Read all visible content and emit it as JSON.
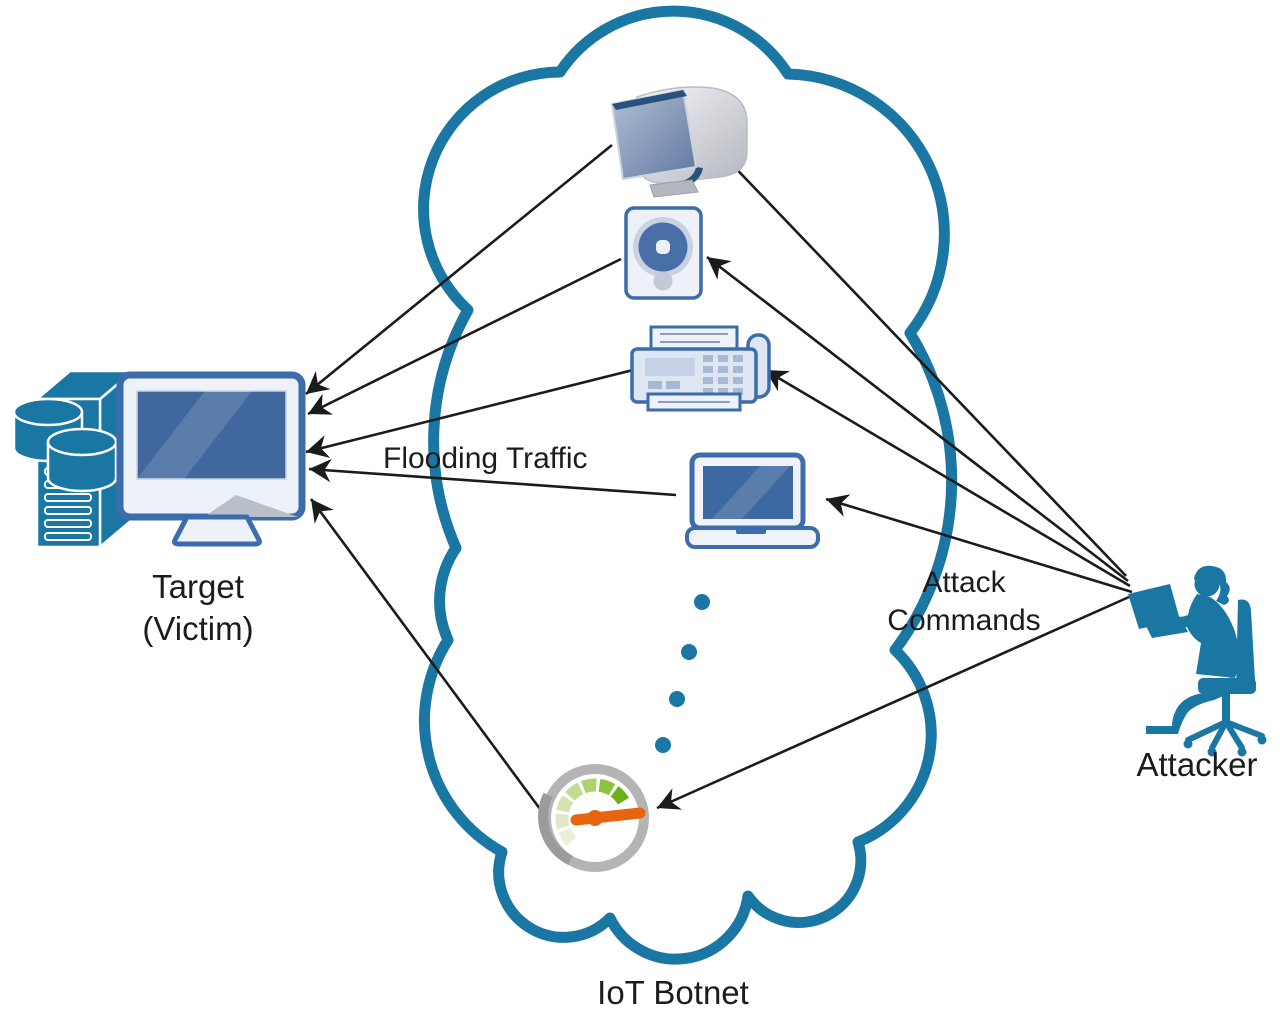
{
  "cloud": {
    "label": "IoT Botnet",
    "devices": [
      {
        "name": "smart-tv"
      },
      {
        "name": "ip-camera"
      },
      {
        "name": "fax-machine"
      },
      {
        "name": "laptop"
      },
      {
        "name": "smart-meter-gauge"
      }
    ],
    "ellipsis_dot_count": 4
  },
  "target": {
    "label_line1": "Target",
    "label_line2": "(Victim)"
  },
  "attacker": {
    "label": "Attacker"
  },
  "edges": {
    "flooding_label": "Flooding Traffic",
    "attack_label_line1": "Attack",
    "attack_label_line2": "Commands",
    "flooding_arrow_count": 5,
    "attack_arrow_count": 5
  },
  "colors": {
    "cloud_outline": "#1a77a3",
    "teal_fill": "#1a77a3",
    "device_border_blue": "#3c6cac",
    "screen_blue": "#40689f",
    "arrow_black": "#1b1b1b",
    "gauge_ring_gray": "#b4b4b4",
    "gauge_needle_orange": "#e8650f",
    "gauge_green_dark": "#74ba1e",
    "text_black": "#1c1c1c"
  }
}
